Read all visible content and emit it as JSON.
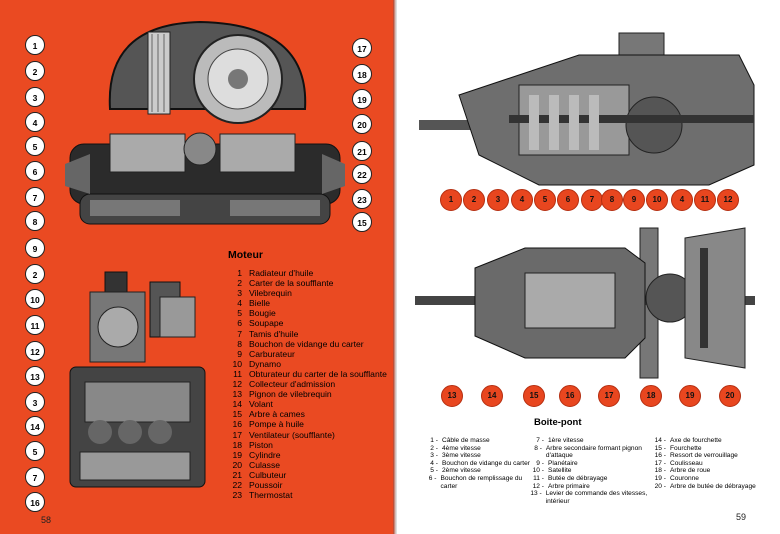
{
  "left_page": {
    "title": "Moteur",
    "page_number": "58",
    "top_callouts": [
      "1",
      "2",
      "3",
      "4",
      "5",
      "6",
      "7",
      "8",
      "17",
      "18",
      "19",
      "20",
      "21",
      "22",
      "23",
      "15"
    ],
    "bottom_callouts": [
      "9",
      "2",
      "10",
      "11",
      "12",
      "13",
      "3",
      "14",
      "5",
      "7",
      "16"
    ],
    "legend": [
      {
        "n": "1",
        "label": "Radiateur d'huile"
      },
      {
        "n": "2",
        "label": "Carter de la soufflante"
      },
      {
        "n": "3",
        "label": "Vilebrequin"
      },
      {
        "n": "4",
        "label": "Bielle"
      },
      {
        "n": "5",
        "label": "Bougie"
      },
      {
        "n": "6",
        "label": "Soupape"
      },
      {
        "n": "7",
        "label": "Tamis d'huile"
      },
      {
        "n": "8",
        "label": "Bouchon de vidange du carter"
      },
      {
        "n": "9",
        "label": "Carburateur"
      },
      {
        "n": "10",
        "label": "Dynamo"
      },
      {
        "n": "11",
        "label": "Obturateur du carter de la soufflante"
      },
      {
        "n": "12",
        "label": "Collecteur d'admission"
      },
      {
        "n": "13",
        "label": "Pignon de vilebrequin"
      },
      {
        "n": "14",
        "label": "Volant"
      },
      {
        "n": "15",
        "label": "Arbre à cames"
      },
      {
        "n": "16",
        "label": "Pompe à huile"
      },
      {
        "n": "17",
        "label": "Ventilateur (soufflante)"
      },
      {
        "n": "18",
        "label": "Piston"
      },
      {
        "n": "19",
        "label": "Cylindre"
      },
      {
        "n": "20",
        "label": "Culasse"
      },
      {
        "n": "21",
        "label": "Culbuteur"
      },
      {
        "n": "22",
        "label": "Poussoir"
      },
      {
        "n": "23",
        "label": "Thermostat"
      }
    ]
  },
  "right_page": {
    "title": "Boite-pont",
    "page_number": "59",
    "top_callouts": [
      "1",
      "2",
      "3",
      "4",
      "5",
      "6",
      "7",
      "8",
      "9",
      "10",
      "4",
      "11",
      "12"
    ],
    "bottom_callouts": [
      "13",
      "14",
      "15",
      "16",
      "17",
      "18",
      "19",
      "20"
    ],
    "legend": [
      [
        {
          "n": "1 -",
          "label": "Câble de masse"
        },
        {
          "n": "2 -",
          "label": "4ème vitesse"
        },
        {
          "n": "3 -",
          "label": "3ème vitesse"
        },
        {
          "n": "4 -",
          "label": "Bouchon de vidange du carter"
        },
        {
          "n": "5 -",
          "label": "2ème vitesse"
        },
        {
          "n": "6 -",
          "label": "Bouchon de remplissage du carter"
        }
      ],
      [
        {
          "n": "7 -",
          "label": "1ère vitesse"
        },
        {
          "n": "8 -",
          "label": "Arbre secondaire formant pignon d'attaque"
        },
        {
          "n": "9 -",
          "label": "Planétaire"
        },
        {
          "n": "10 -",
          "label": "Satellite"
        },
        {
          "n": "11 -",
          "label": "Butée de débrayage"
        },
        {
          "n": "12 -",
          "label": "Arbre primaire"
        },
        {
          "n": "13 -",
          "label": "Levier de commande des vitesses, intérieur"
        }
      ],
      [
        {
          "n": "14 -",
          "label": "Axe de fourchette"
        },
        {
          "n": "15 -",
          "label": "Fourchette"
        },
        {
          "n": "16 -",
          "label": "Ressort de verrouillage"
        },
        {
          "n": "17 -",
          "label": "Coulisseau"
        },
        {
          "n": "18 -",
          "label": "Arbre de roue"
        },
        {
          "n": "19 -",
          "label": "Couronne"
        },
        {
          "n": "20 -",
          "label": "Arbre de butée de débrayage"
        }
      ]
    ]
  }
}
